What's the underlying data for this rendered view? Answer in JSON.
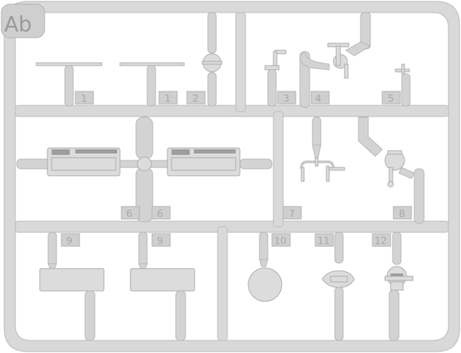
{
  "sprue_tag": "Ab",
  "part_numbers": {
    "p1a": "1",
    "p1b": "1",
    "p2": "2",
    "p3": "3",
    "p4": "4",
    "p5": "5",
    "p6a": "6",
    "p6b": "6",
    "p7": "7",
    "p8": "8",
    "p9a": "9",
    "p9b": "9",
    "p10": "10",
    "p11": "11",
    "p12": "12"
  },
  "colors": {
    "plastic": "#d9d9d9",
    "plastic_shadow": "#b9b9b9",
    "background": "#ffffff"
  }
}
